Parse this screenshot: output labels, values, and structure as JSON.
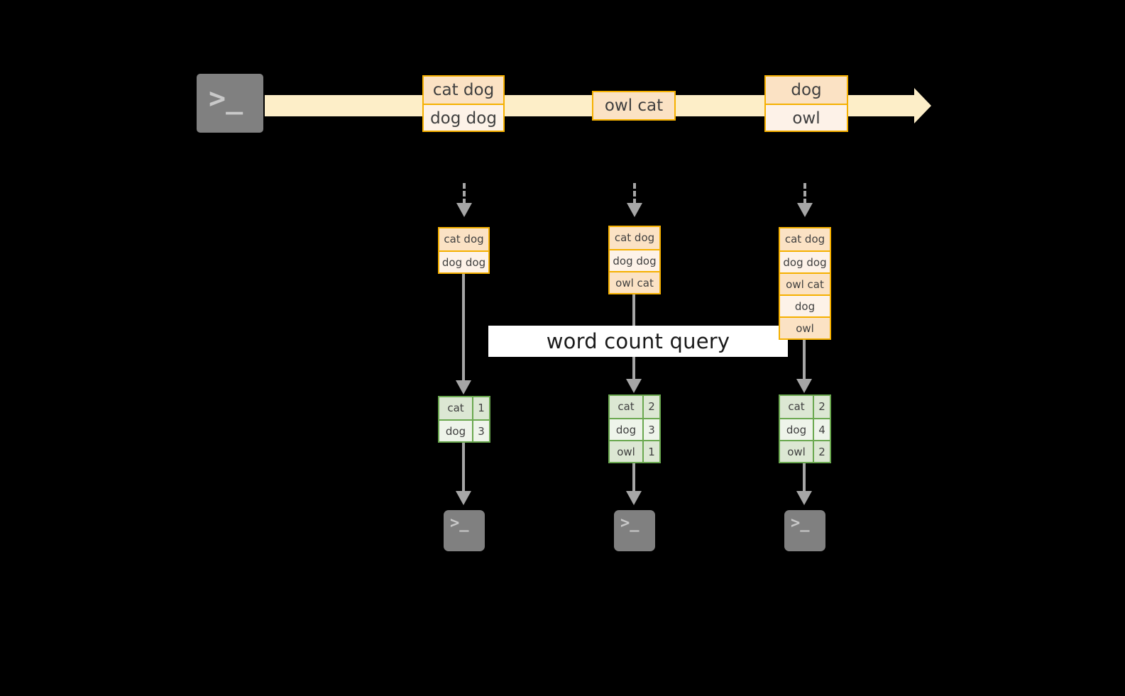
{
  "diagram": {
    "title_banner": "word count query",
    "source_icon": "terminal-icon",
    "sink_icon": "terminal-icon",
    "terminal_prompt_glyph": ">_",
    "colors": {
      "stream_fill": "#fdeec8",
      "record_border": "#f5b000",
      "record_fill_light": "#fdf2e8",
      "record_fill_dark": "#fbe2c4",
      "result_border": "#6aa84f",
      "result_fill_light": "#eef4ea",
      "result_fill_dark": "#dce7d3",
      "connector": "#a6a6a6",
      "banner_bg": "#ffffff",
      "background": "#000000"
    },
    "stream": {
      "groups": [
        {
          "id": "group-1",
          "records": [
            "cat dog",
            "dog dog"
          ]
        },
        {
          "id": "group-2",
          "records": [
            "owl cat"
          ]
        },
        {
          "id": "group-3",
          "records": [
            "dog",
            "owl"
          ]
        }
      ]
    },
    "snapshots": [
      {
        "id": "snapshot-1",
        "records": [
          "cat dog",
          "dog dog"
        ]
      },
      {
        "id": "snapshot-2",
        "records": [
          "cat dog",
          "dog dog",
          "owl cat"
        ]
      },
      {
        "id": "snapshot-3",
        "records": [
          "cat dog",
          "dog dog",
          "owl cat",
          "dog",
          "owl"
        ]
      }
    ],
    "results": [
      {
        "id": "result-1",
        "rows": [
          {
            "word": "cat",
            "count": "1"
          },
          {
            "word": "dog",
            "count": "3"
          }
        ]
      },
      {
        "id": "result-2",
        "rows": [
          {
            "word": "cat",
            "count": "2"
          },
          {
            "word": "dog",
            "count": "3"
          },
          {
            "word": "owl",
            "count": "1"
          }
        ]
      },
      {
        "id": "result-3",
        "rows": [
          {
            "word": "cat",
            "count": "2"
          },
          {
            "word": "dog",
            "count": "4"
          },
          {
            "word": "owl",
            "count": "2"
          }
        ]
      }
    ]
  }
}
